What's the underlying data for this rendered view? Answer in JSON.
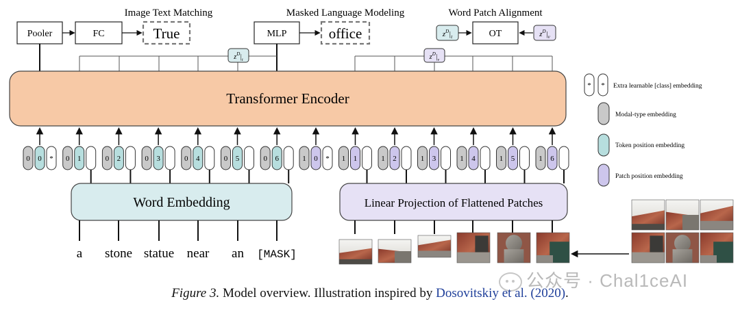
{
  "heads": {
    "itm_title": "Image Text Matching",
    "mlm_title": "Masked Language Modeling",
    "wpa_title": "Word Patch Alignment",
    "pooler": "Pooler",
    "fc": "FC",
    "itm_out": "True",
    "mlp": "MLP",
    "mlm_out": "office",
    "ot": "OT"
  },
  "encoder": {
    "label": "Transformer Encoder"
  },
  "word_embedding": {
    "label": "Word Embedding"
  },
  "patch_projection": {
    "label": "Linear Projection of Flattened Patches"
  },
  "z_labels": {
    "text": "zD|t",
    "image": "zD|v"
  },
  "token_groups": [
    {
      "modal": "0",
      "pos": "0",
      "kind": "text-cls"
    },
    {
      "modal": "0",
      "pos": "1",
      "kind": "text"
    },
    {
      "modal": "0",
      "pos": "2",
      "kind": "text"
    },
    {
      "modal": "0",
      "pos": "3",
      "kind": "text"
    },
    {
      "modal": "0",
      "pos": "4",
      "kind": "text"
    },
    {
      "modal": "0",
      "pos": "5",
      "kind": "text"
    },
    {
      "modal": "0",
      "pos": "6",
      "kind": "text"
    },
    {
      "modal": "1",
      "pos": "0",
      "kind": "image-cls"
    },
    {
      "modal": "1",
      "pos": "1",
      "kind": "image"
    },
    {
      "modal": "1",
      "pos": "2",
      "kind": "image"
    },
    {
      "modal": "1",
      "pos": "3",
      "kind": "image"
    },
    {
      "modal": "1",
      "pos": "4",
      "kind": "image"
    },
    {
      "modal": "1",
      "pos": "5",
      "kind": "image"
    },
    {
      "modal": "1",
      "pos": "6",
      "kind": "image"
    }
  ],
  "words": [
    "a",
    "stone",
    "statue",
    "near",
    "an",
    "[MASK]"
  ],
  "legend": [
    {
      "text": "Extra learnable [class] embedding"
    },
    {
      "text": "Modal-type embedding"
    },
    {
      "text": "Token position embedding"
    },
    {
      "text": "Patch position embedding"
    }
  ],
  "caption": {
    "fig": "Figure 3.",
    "text": " Model overview. Illustration inspired by ",
    "cite": "Dosovitskiy et al. (2020)",
    "end": "."
  },
  "watermark": "公众号 · Chal1ceAI",
  "colors": {
    "encoder_fill": "#f7c9a6",
    "word_embedding_fill": "#d8ecee",
    "patch_projection_fill": "#e6e1f5",
    "modal_fill": "#c9c9c9",
    "token_pos_fill": "#b7dede",
    "patch_pos_fill": "#cdc6ec",
    "citation": "#1f3f9a"
  },
  "icons": [
    "patch-image-icon",
    "arrow-icon"
  ]
}
